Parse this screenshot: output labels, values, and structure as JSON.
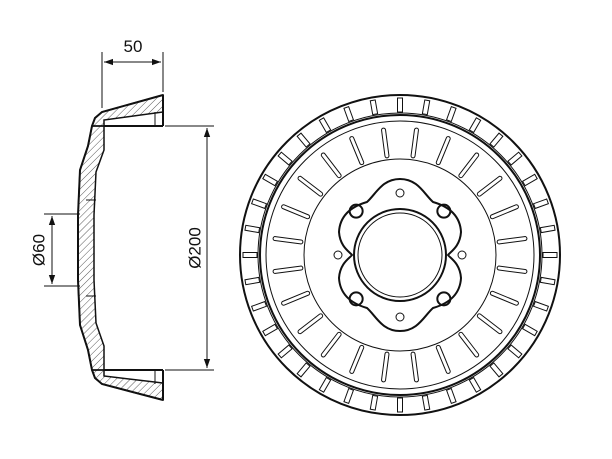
{
  "dimensions": {
    "width_label": "50",
    "bore_label": "Ø60",
    "outer_label": "Ø200"
  },
  "face_view": {
    "outer_slot_count": 36,
    "inner_fin_count": 24,
    "bolt_hole_count": 4,
    "locator_hole_count": 4
  }
}
